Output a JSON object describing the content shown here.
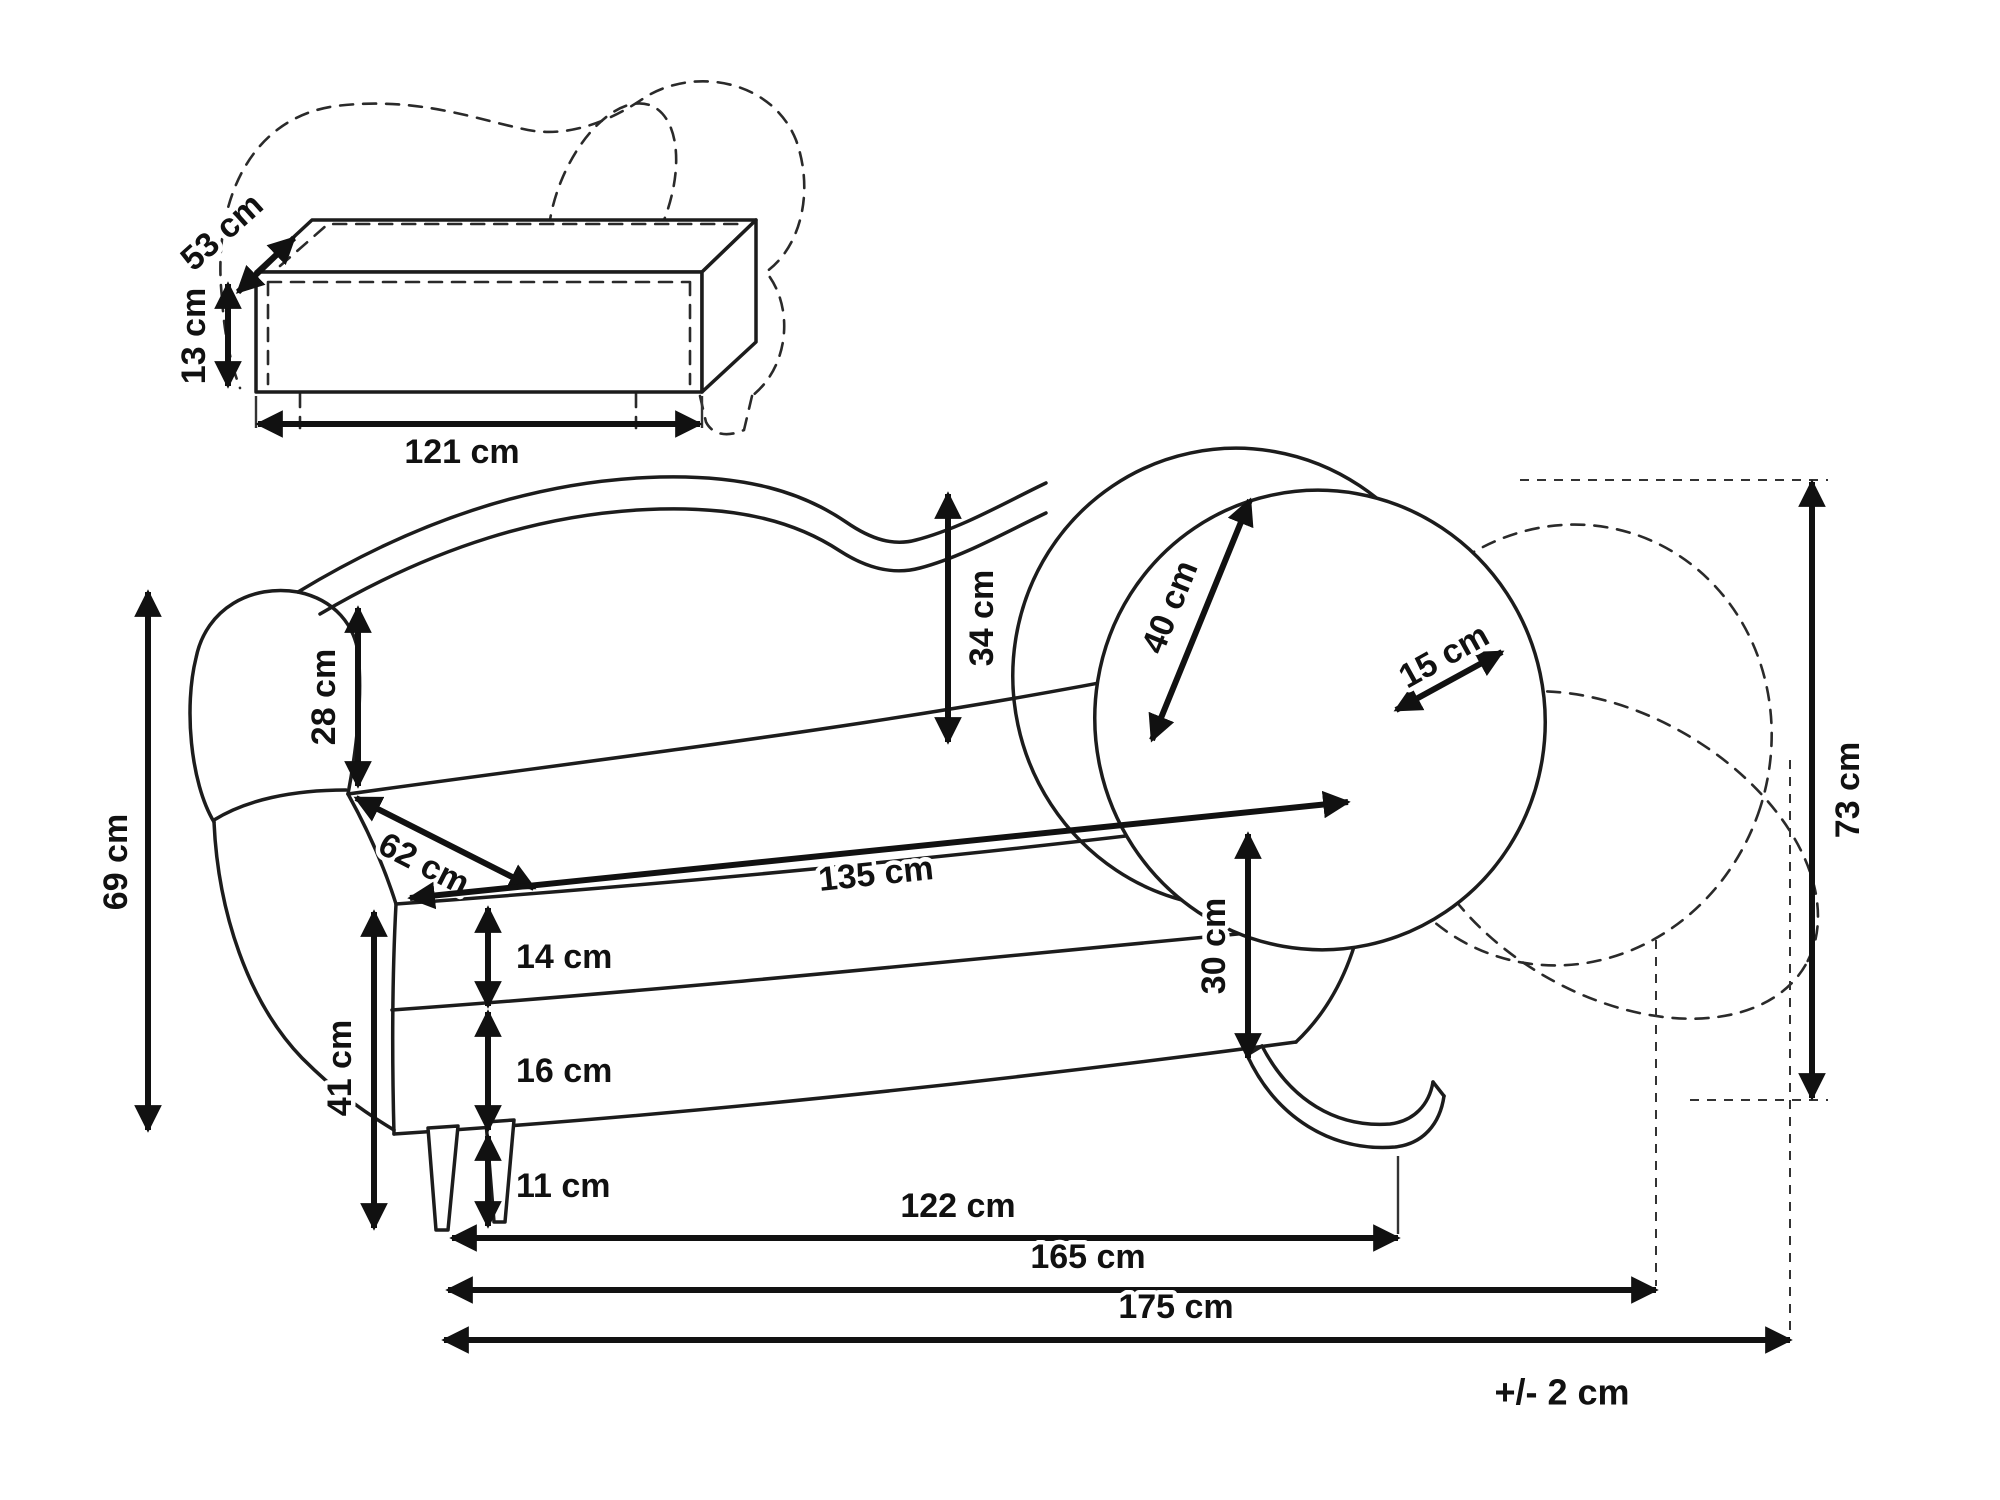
{
  "colors": {
    "line": "#1c1c1c",
    "background": "#ffffff",
    "dimension": "#111111"
  },
  "tolerance_note": "+/- 2 cm",
  "storage_view": {
    "depth": "53 cm",
    "height": "13 cm",
    "width": "121 cm"
  },
  "main_view": {
    "overall_height": "69 cm",
    "backrest_height": "28 cm",
    "seat_depth": "62 cm",
    "back_cushion_height": "34 cm",
    "armrest_width": "40 cm",
    "armrest_cushion_depth": "15 cm",
    "seat_length": "135 cm",
    "seat_cushion_front_height": "14 cm",
    "base_front_height": "16 cm",
    "leg_height": "11 cm",
    "seat_height": "41 cm",
    "base_right_height": "30 cm",
    "armrest_height": "73 cm",
    "leg_span_length": "122 cm",
    "body_length": "165 cm",
    "overall_length": "175 cm"
  }
}
